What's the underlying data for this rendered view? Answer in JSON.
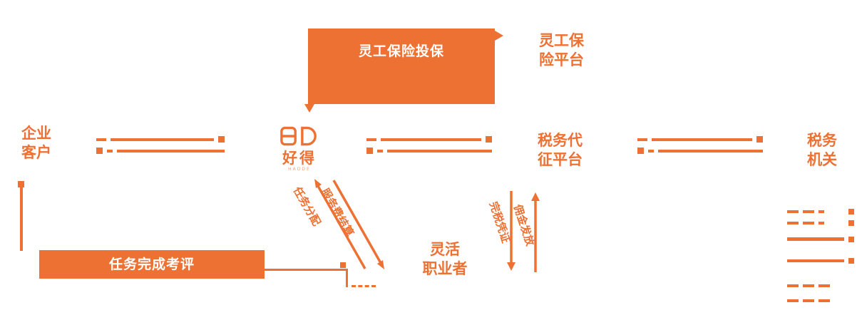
{
  "colors": {
    "accent": "#ED7133",
    "box_text": "#FFFFFF"
  },
  "nodes": {
    "insurance_box": {
      "label": "灵工保险投保"
    },
    "insurance_platform": {
      "line1": "灵工保",
      "line2": "险平台"
    },
    "enterprise": {
      "line1": "企业",
      "line2": "客户"
    },
    "platform_logo": {
      "name": "好得",
      "sub": "HAODE"
    },
    "tax_agency": {
      "line1": "税务代",
      "line2": "征平台"
    },
    "tax_authority": {
      "line1": "税务",
      "line2": "机关"
    },
    "evaluation": {
      "label": "任务完成考评"
    },
    "worker": {
      "line1": "灵活",
      "line2": "职业者"
    }
  },
  "edges": {
    "task_assign": "任务分配",
    "service_settle": "服务费结算",
    "tax_cert": "完税凭证",
    "commission_pay": "佣金发放"
  },
  "icons": {
    "logo_mark": "haode-logo-mark",
    "connector_square": "square-endpoint",
    "arrowhead": "arrow-triangle"
  }
}
